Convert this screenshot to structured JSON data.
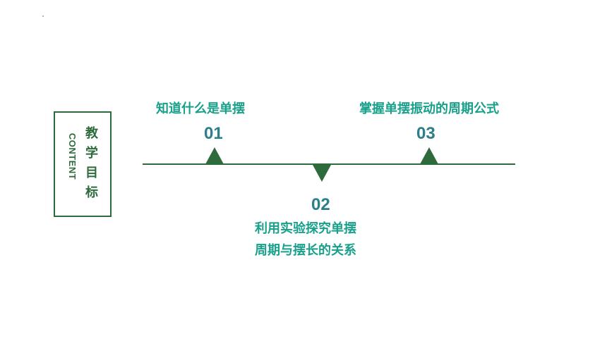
{
  "sidebar": {
    "english": "CONTENT",
    "chinese_chars": [
      "教",
      "学",
      "目",
      "标"
    ]
  },
  "milestones": [
    {
      "number": "01",
      "label": "知道什么是单摆"
    },
    {
      "number": "02",
      "label_line1": "利用实验探究单摆",
      "label_line2": "周期与摆长的关系"
    },
    {
      "number": "03",
      "label": "掌握单摆振动的周期公式"
    }
  ],
  "colors": {
    "frame_green": "#2e6b3c",
    "label_teal": "#18a08b",
    "number_teal": "#2a7f88"
  }
}
